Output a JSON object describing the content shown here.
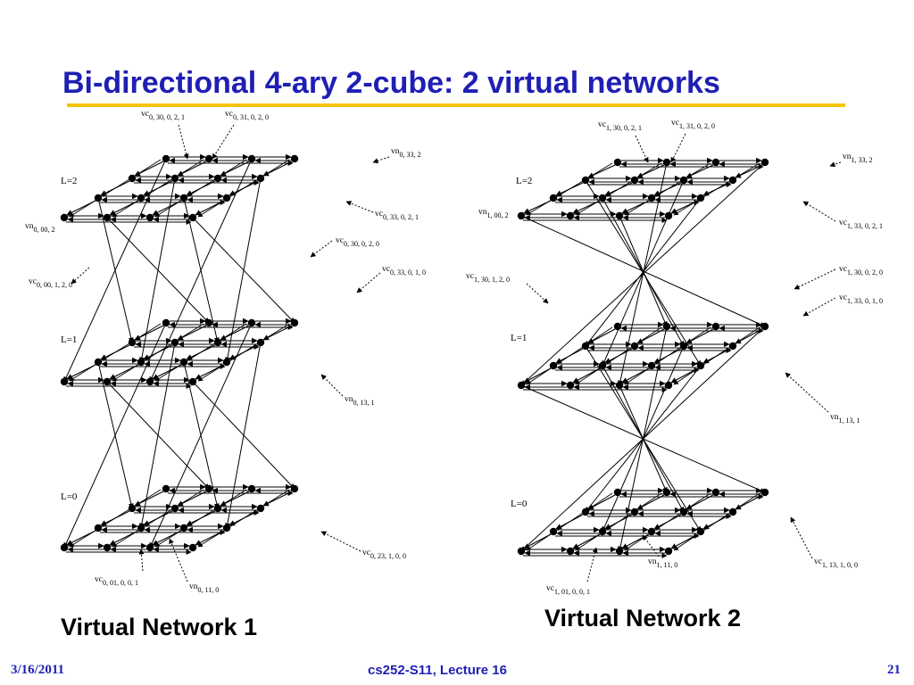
{
  "slide": {
    "title": "Bi-directional 4-ary 2-cube: 2 virtual networks",
    "caption_left": "Virtual Network 1",
    "caption_right": "Virtual Network 2",
    "footer_date": "3/16/2011",
    "footer_center": "cs252-S11, Lecture 16",
    "footer_page": "21",
    "accent_color": "#1f1fb4",
    "rule_color": "#f5c400"
  },
  "net1": {
    "levels": [
      "L=2",
      "L=1",
      "L=0"
    ],
    "labels": {
      "vc_0_30_0_2_1": {
        "base": "vc",
        "sub": "0, 30, 0, 2, 1"
      },
      "vc_0_31_0_2_0": {
        "base": "vc",
        "sub": "0, 31, 0, 2, 0"
      },
      "vn_0_33_2": {
        "base": "vn",
        "sub": "0, 33, 2"
      },
      "vc_0_33_0_2_1": {
        "base": "vc",
        "sub": "0, 33, 0, 2, 1"
      },
      "vn_0_00_2": {
        "base": "vn",
        "sub": "0, 00, 2"
      },
      "vc_0_30_0_2_0": {
        "base": "vc",
        "sub": "0, 30, 0, 2, 0"
      },
      "vc_0_00_1_2_0": {
        "base": "vc",
        "sub": "0, 00, 1, 2, 0"
      },
      "vc_0_33_0_1_0": {
        "base": "vc",
        "sub": "0, 33, 0, 1, 0"
      },
      "vn_0_13_1": {
        "base": "vn",
        "sub": "0, 13, 1"
      },
      "vc_0_23_1_0_0": {
        "base": "vc",
        "sub": "0, 23, 1, 0, 0"
      },
      "vc_0_01_0_0_1": {
        "base": "vc",
        "sub": "0, 01, 0, 0, 1"
      },
      "vn_0_11_0": {
        "base": "vn",
        "sub": "0, 11, 0"
      }
    }
  },
  "net2": {
    "levels": [
      "L=2",
      "L=1",
      "L=0"
    ],
    "labels": {
      "vc_1_30_0_2_1": {
        "base": "vc",
        "sub": "1, 30, 0, 2, 1"
      },
      "vc_1_31_0_2_0": {
        "base": "vc",
        "sub": "1, 31, 0, 2, 0"
      },
      "vn_1_33_2": {
        "base": "vn",
        "sub": "1, 33, 2"
      },
      "vn_1_00_2": {
        "base": "vn",
        "sub": "1, 00, 2"
      },
      "vc_1_33_0_2_1": {
        "base": "vc",
        "sub": "1, 33, 0, 2, 1"
      },
      "vc_1_30_1_2_0": {
        "base": "vc",
        "sub": "1, 30, 1, 2, 0"
      },
      "vc_1_30_0_2_0": {
        "base": "vc",
        "sub": "1, 30, 0, 2, 0"
      },
      "vc_1_33_0_1_0": {
        "base": "vc",
        "sub": "1, 33, 0, 1, 0"
      },
      "vn_1_13_1": {
        "base": "vn",
        "sub": "1, 13, 1"
      },
      "vn_1_11_0": {
        "base": "vn",
        "sub": "1, 11, 0"
      },
      "vc_1_13_1_0_0": {
        "base": "vc",
        "sub": "1, 13, 1, 0, 0"
      },
      "vc_1_01_0_0_1": {
        "base": "vc",
        "sub": "1, 01, 0, 0, 1"
      }
    }
  }
}
